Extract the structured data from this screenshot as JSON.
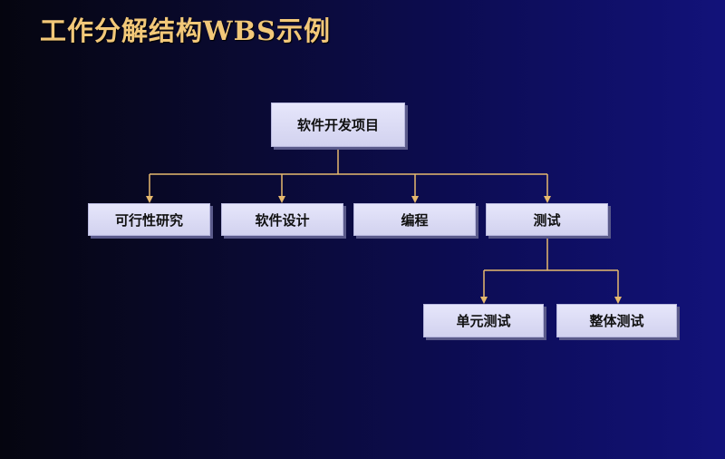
{
  "title": "工作分解结构WBS示例",
  "colors": {
    "title": "#f2c879",
    "connector": "#e6b96e",
    "node_fill": "#dcdcf5",
    "background_dark": "#05050f",
    "background_light": "#12127a"
  },
  "wbs": {
    "root": "软件开发项目",
    "level1": [
      "可行性研究",
      "软件设计",
      "编程",
      "测试"
    ],
    "testing_children": [
      "单元测试",
      "整体测试"
    ]
  }
}
